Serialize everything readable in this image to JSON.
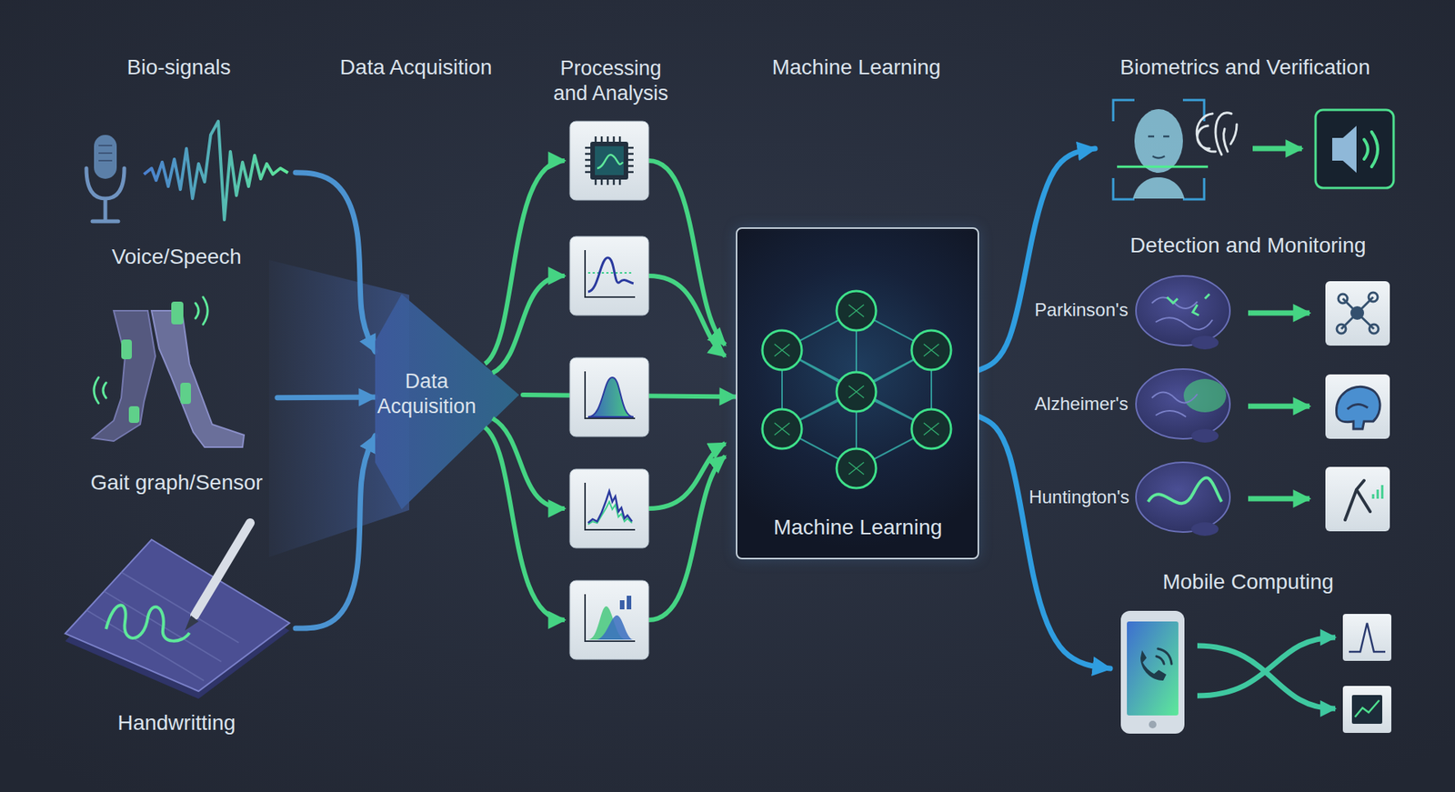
{
  "diagram": {
    "nodes": [
      {
        "text": [
          "Voice/Speech"
        ]
      },
      {
        "text": [
          "Gait graph/Sensor"
        ]
      },
      {
        "text": [
          "Handwritting"
        ]
      },
      {
        "text": [
          "Data Acquisition"
        ]
      },
      {
        "text": [
          "Machine Learning"
        ]
      },
      {
        "text": [
          "Biometrics and Verification"
        ]
      },
      {
        "text": [
          "Parkinson's"
        ]
      },
      {
        "text": [
          "Alzheimer's"
        ]
      },
      {
        "text": [
          "Huntington's"
        ]
      },
      {
        "text": [
          "Mobile Computing"
        ]
      }
    ],
    "edges": [
      {
        "from": 0,
        "to": 3,
        "arrow": "to"
      },
      {
        "from": 1,
        "to": 3,
        "arrow": "to"
      },
      {
        "from": 2,
        "to": 3,
        "arrow": "to"
      },
      {
        "from": 3,
        "to": 4,
        "arrow": "to"
      },
      {
        "from": 4,
        "to": 5,
        "arrow": "to"
      },
      {
        "from": 4,
        "to": 9,
        "arrow": "to"
      }
    ],
    "labels": [
      "Bio-signals",
      "Data Acquisition",
      "Processing and Analysis",
      "Machine Learning",
      "Detection and Monitoring"
    ]
  }
}
